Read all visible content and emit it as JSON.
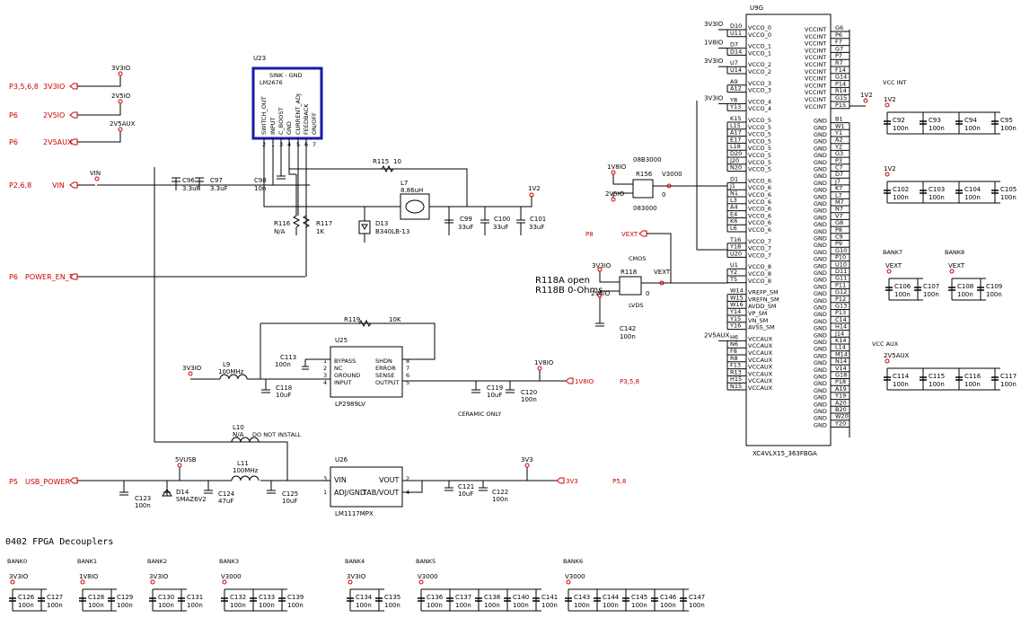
{
  "nets": {
    "v3v3io": "3V3IO",
    "v2v5io": "2V5IO",
    "v2v5aux": "2V5AUX",
    "vin": "VIN",
    "v1v2": "1V2",
    "v1v8io": "1V8IO",
    "v3000": "V3000",
    "vext": "VEXT",
    "v5vusb": "5VUSB",
    "v3v3": "3V3",
    "v3v3_port": "3V3"
  },
  "ports": [
    {
      "label": "3V3IO",
      "page": "P3,5,6,8"
    },
    {
      "label": "2V5IO",
      "page": "P6"
    },
    {
      "label": "2V5AUX",
      "page": "P6"
    },
    {
      "label": "VIN",
      "page": "P2,6,8"
    },
    {
      "label": "POWER_EN_T",
      "page": "P6"
    },
    {
      "label": "USB_POWER",
      "page": "P5"
    }
  ],
  "u23": {
    "ref": "U23",
    "part": "LM2676",
    "top": "SINK - GND",
    "pins": [
      "SWITCH_OUT",
      "INPUT",
      "C_BOOST",
      "GND",
      "CURRENT_ADJ",
      "FEEDBACK",
      "ON/OFF"
    ],
    "pinnums": [
      "2",
      "1",
      "3",
      "4",
      "5",
      "6",
      "7"
    ]
  },
  "buck": {
    "c96": "C96",
    "c96v": "3.3uF",
    "c97": "C97",
    "c97v": "3.3uF",
    "c98": "C98",
    "c98v": "10n",
    "r115": "R115",
    "r115v": "10",
    "r116": "R116",
    "r116v": "N/A",
    "r117": "R117",
    "r117v": "1K",
    "l7": "L7",
    "l7v": "8.86uH",
    "d13": "D13",
    "d13v": "B340LB-13",
    "c99": "C99",
    "c99v": "33uF",
    "c100": "C100",
    "c100v": "33uF",
    "c101": "C101",
    "c101v": "33uF"
  },
  "u25": {
    "ref": "U25",
    "part": "LP2989LV",
    "left_pins": [
      "BYPASS",
      "NC",
      "GROUND",
      "INPUT"
    ],
    "left_nums": [
      "1",
      "2",
      "3",
      "4"
    ],
    "right_pins": [
      "SHDN",
      "ERROR",
      "SENSE",
      "OUTPUT"
    ],
    "right_nums": [
      "8",
      "7",
      "6",
      "5"
    ],
    "r119": "R119",
    "r119v": "10K",
    "c113": "C113",
    "c113v": "100n",
    "l9": "L9",
    "l9v": "100MHz",
    "c118": "C118",
    "c118v": "10uF",
    "c119": "C119",
    "c119v": "10uF",
    "c120": "C120",
    "c120v": "100n",
    "ceramic": "CERAMIC ONLY",
    "out_page": "P3,5,8"
  },
  "u26": {
    "ref": "U26",
    "part": "LM1117MPX",
    "pins": [
      "VIN",
      "ADJ/GND",
      "VOUT",
      "TAB/VOUT"
    ],
    "nums": [
      "3",
      "1",
      "2",
      "4"
    ],
    "l10": "L10",
    "l10v": "N/A",
    "dni": "DO NOT INSTALL",
    "l11": "L11",
    "l11v": "100MHz",
    "c123": "C123",
    "c123v": "100n",
    "d14": "D14",
    "d14v": "SMAZ6V2",
    "c124": "C124",
    "c124v": "47uF",
    "c125": "C125",
    "c125v": "10uF",
    "c121": "C121",
    "c121v": "10uF",
    "c122": "C122",
    "c122v": "100n",
    "out_page": "P5,8"
  },
  "vsel": {
    "p8": "P8",
    "r156": "R156",
    "opt1": "08B3000",
    "opt2": "083000",
    "zero": "0",
    "r118": "R118",
    "cmos": "CMOS",
    "lvds": "LVDS",
    "note1": "R118A open",
    "note2": "R118B 0-Ohms",
    "c142": "C142",
    "c142v": "100n"
  },
  "u9": {
    "ref": "U9G",
    "part": "XC4VLX15_363FBGA",
    "left": [
      {
        "net": "3V3IO",
        "pins": [
          "D10",
          "U11"
        ],
        "names": [
          "VCCO_0",
          "VCCO_0"
        ]
      },
      {
        "net": "1V8IO",
        "pins": [
          "D7",
          "D14"
        ],
        "names": [
          "VCCO_1",
          "VCCO_1"
        ]
      },
      {
        "net": "3V3IO",
        "pins": [
          "U7",
          "U14"
        ],
        "names": [
          "VCCO_2",
          "VCCO_2"
        ]
      },
      {
        "net": "",
        "pins": [
          "A9",
          "A12"
        ],
        "names": [
          "VCCO_3",
          "VCCO_3"
        ]
      },
      {
        "net": "3V3IO",
        "pins": [
          "Y8",
          "Y13"
        ],
        "names": [
          "VCCO_4",
          "VCCO_4"
        ]
      },
      {
        "net": "",
        "pins": [
          "K15",
          "L15",
          "A17",
          "E17",
          "L18",
          "D20",
          "J20",
          "N20"
        ],
        "names": [
          "VCCO_5",
          "VCCO_5",
          "VCCO_5",
          "VCCO_5",
          "VCCO_5",
          "VCCO_5",
          "VCCO_5",
          "VCCO_5"
        ]
      },
      {
        "net": "",
        "pins": [
          "D1",
          "J1",
          "N1",
          "L3",
          "A4",
          "E4",
          "K6",
          "L6"
        ],
        "names": [
          "VCCO_6",
          "VCCO_6",
          "VCCO_6",
          "VCCO_6",
          "VCCO_6",
          "VCCO_6",
          "VCCO_6",
          "VCCO_6"
        ]
      },
      {
        "net": "",
        "pins": [
          "T16",
          "Y18",
          "U20"
        ],
        "names": [
          "VCCO_7",
          "VCCO_7",
          "VCCO_7"
        ]
      },
      {
        "net": "",
        "pins": [
          "U1",
          "Y2",
          "T5"
        ],
        "names": [
          "VCCO_8",
          "VCCO_8",
          "VCCO_8"
        ]
      },
      {
        "net": "",
        "pins": [
          "W14",
          "W15",
          "W16",
          "Y14",
          "Y15",
          "Y16"
        ],
        "names": [
          "VREFP_SM",
          "VREFN_SM",
          "AVDD_SM",
          "VP_SM",
          "VN_SM",
          "AVSS_SM"
        ]
      },
      {
        "net": "2V5AUX",
        "pins": [
          "H6",
          "N6",
          "F8",
          "R8",
          "F13",
          "R13",
          "H15",
          "N15"
        ],
        "names": [
          "VCCAUX",
          "VCCAUX",
          "VCCAUX",
          "VCCAUX",
          "VCCAUX",
          "VCCAUX",
          "VCCAUX",
          "VCCAUX"
        ]
      }
    ],
    "vccint_pins": [
      "G6",
      "P6",
      "F7",
      "G7",
      "P7",
      "R7",
      "F14",
      "G14",
      "P14",
      "R14",
      "G15",
      "P15"
    ],
    "vccint_label": "VCCINT",
    "gnd_pins": [
      "B1",
      "W1",
      "Y1",
      "A2",
      "Y2",
      "G3",
      "P3",
      "C7",
      "D7",
      "J7",
      "K7",
      "L7",
      "M7",
      "N7",
      "V7",
      "G8",
      "P8",
      "C9",
      "P9",
      "G10",
      "P10",
      "U10",
      "D11",
      "G11",
      "P11",
      "G12",
      "P12",
      "G13",
      "P13",
      "C14",
      "H14",
      "J14",
      "K14",
      "L14",
      "M14",
      "N14",
      "V14",
      "G18",
      "P18",
      "A19",
      "Y19",
      "A20",
      "B20",
      "W20",
      "Y20"
    ],
    "gnd_label": "GND"
  },
  "decouplers_right": {
    "vccint_title": "VCC INT",
    "row1": [
      [
        "C92",
        "100n"
      ],
      [
        "C93",
        "100n"
      ],
      [
        "C94",
        "100n"
      ],
      [
        "C95",
        "100n"
      ]
    ],
    "row2": [
      [
        "C102",
        "100n"
      ],
      [
        "C103",
        "100n"
      ],
      [
        "C104",
        "100n"
      ],
      [
        "C105",
        "100n"
      ]
    ],
    "bank7": "BANK7",
    "bank8": "BANK8",
    "b7": [
      [
        "C106",
        "100n"
      ],
      [
        "C107",
        "100n"
      ]
    ],
    "b8": [
      [
        "C108",
        "100n"
      ],
      [
        "C109",
        "100n"
      ]
    ],
    "aux_title": "VCC AUX",
    "aux": [
      [
        "C114",
        "100n"
      ],
      [
        "C115",
        "100n"
      ],
      [
        "C116",
        "100n"
      ],
      [
        "C117",
        "100n"
      ]
    ]
  },
  "bottom": {
    "title": "0402 FPGA Decouplers",
    "banks": [
      {
        "bank": "BANK0",
        "net": "3V3IO",
        "caps": [
          [
            "C126",
            "100n"
          ],
          [
            "C127",
            "100n"
          ]
        ]
      },
      {
        "bank": "BANK1",
        "net": "1V8IO",
        "caps": [
          [
            "C128",
            "100n"
          ],
          [
            "C129",
            "100n"
          ]
        ]
      },
      {
        "bank": "BANK2",
        "net": "3V3IO",
        "caps": [
          [
            "C130",
            "100n"
          ],
          [
            "C131",
            "100n"
          ]
        ]
      },
      {
        "bank": "BANK3",
        "net": "V3000",
        "caps": [
          [
            "C132",
            "100n"
          ],
          [
            "C133",
            "100n"
          ],
          [
            "C139",
            "100n"
          ]
        ]
      },
      {
        "bank": "BANK4",
        "net": "3V3IO",
        "caps": [
          [
            "C134",
            "100n"
          ],
          [
            "C135",
            "100n"
          ]
        ]
      },
      {
        "bank": "BANK5",
        "net": "V3000",
        "caps": [
          [
            "C136",
            "100n"
          ],
          [
            "C137",
            "100n"
          ],
          [
            "C138",
            "100n"
          ],
          [
            "C140",
            "100n"
          ],
          [
            "C141",
            "100n"
          ]
        ]
      },
      {
        "bank": "BANK6",
        "net": "V3000",
        "caps": [
          [
            "C143",
            "100n"
          ],
          [
            "C144",
            "100n"
          ],
          [
            "C145",
            "100n"
          ],
          [
            "C146",
            "100n"
          ],
          [
            "C147",
            "100n"
          ]
        ]
      }
    ]
  }
}
